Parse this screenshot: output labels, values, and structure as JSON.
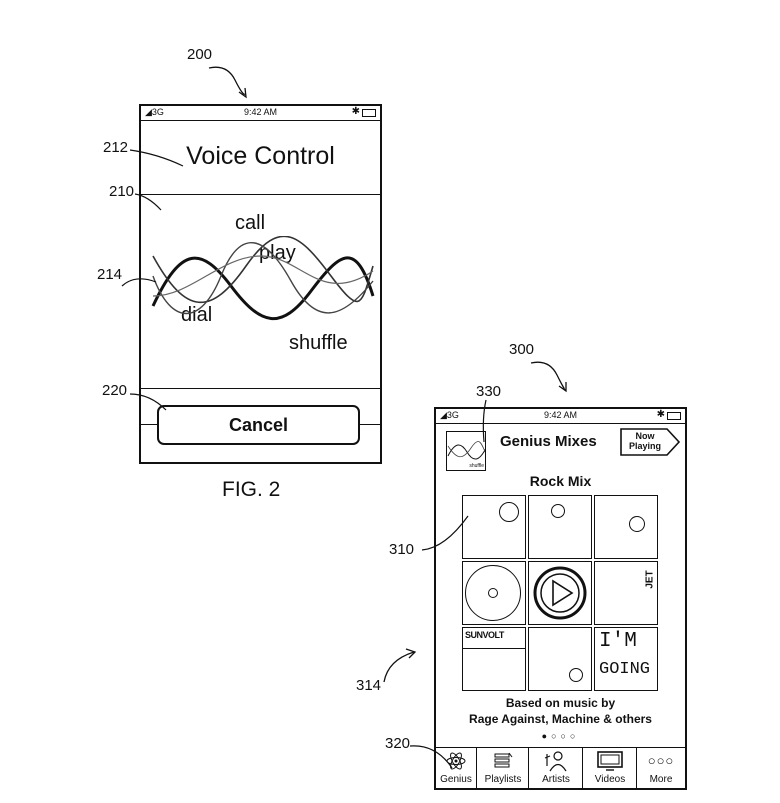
{
  "fig2": {
    "ref_main": "200",
    "ref_title": "212",
    "ref_area": "210",
    "ref_wave": "214",
    "ref_cancel": "220",
    "status": {
      "signal": "3G",
      "time": "9:42 AM",
      "bluetooth": "✱"
    },
    "title": "Voice Control",
    "commands": {
      "call": "call",
      "play": "play",
      "dial": "dial",
      "shuffle": "shuffle"
    },
    "cancel_label": "Cancel",
    "caption": "FIG. 2"
  },
  "fig3": {
    "ref_main": "300",
    "ref_thumb": "330",
    "ref_grid": "310",
    "ref_screen": "314",
    "ref_tabs": "320",
    "status": {
      "signal": "3G",
      "time": "9:42 AM",
      "bluetooth": "✱"
    },
    "header_title": "Genius Mixes",
    "now_playing": {
      "line1": "Now",
      "line2": "Playing"
    },
    "thumb_text": "shuffle",
    "mix_title": "Rock Mix",
    "tile_texts": {
      "jet": "JET",
      "sunvolt": "SUNVOLT",
      "im": "I'M",
      "going": "GOING"
    },
    "based_on": {
      "line1": "Based on music by",
      "line2": "Rage Against, Machine & others"
    },
    "page_dots": {
      "count": 4,
      "active": 0
    },
    "tabs": [
      {
        "label": "Genius",
        "icon": "atom-icon"
      },
      {
        "label": "Playlists",
        "icon": "playlist-icon"
      },
      {
        "label": "Artists",
        "icon": "artist-icon"
      },
      {
        "label": "Videos",
        "icon": "tv-icon"
      },
      {
        "label": "More",
        "icon": "more-dots-icon"
      }
    ]
  }
}
